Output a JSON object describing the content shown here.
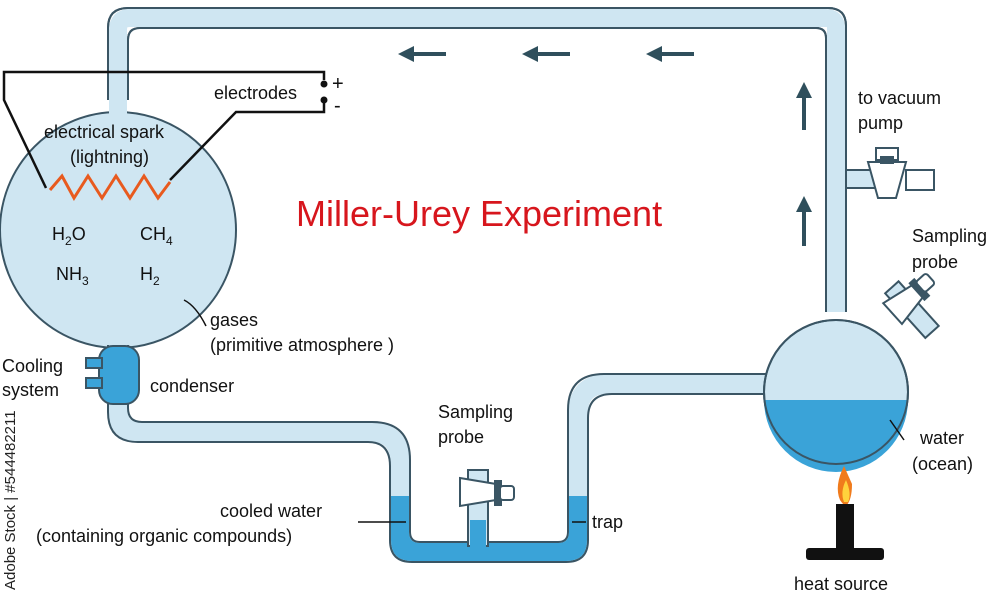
{
  "title": "Miller-Urey Experiment",
  "labels": {
    "electrodes": "electrodes",
    "plus": "+",
    "minus": "-",
    "spark_line1": "electrical spark",
    "spark_line2": "(lightning)",
    "gases_line1": "gases",
    "gases_line2": "(primitive atmosphere )",
    "cooling_line1": "Cooling",
    "cooling_line2": "system",
    "condenser": "condenser",
    "sampling_left_line1": "Sampling",
    "sampling_left_line2": "probe",
    "cooled_line1": "cooled water",
    "cooled_line2": "(containing organic compounds)",
    "trap": "trap",
    "vacuum_line1": "to vacuum",
    "vacuum_line2": "pump",
    "sampling_right_line1": "Sampling",
    "sampling_right_line2": "probe",
    "water_line1": "water",
    "water_line2": "(ocean)",
    "heat_source": "heat source"
  },
  "molecules": {
    "h2o": {
      "pre": "H",
      "sub": "2",
      "post": "O"
    },
    "ch4": {
      "pre": "CH",
      "sub": "4",
      "post": ""
    },
    "nh3": {
      "pre": "NH",
      "sub": "3",
      "post": ""
    },
    "h2": {
      "pre": "H",
      "sub": "2",
      "post": ""
    }
  },
  "watermark": "Adobe Stock | #544482211",
  "colors": {
    "glass": "#cfe6f2",
    "outline": "#3a5564",
    "water": "#3aa3d8",
    "title": "#d7161d",
    "spark": "#e85a1e",
    "arrow": "#2f4f5c",
    "flame_outer": "#f07b1c",
    "flame_inner": "#ffd23c"
  }
}
